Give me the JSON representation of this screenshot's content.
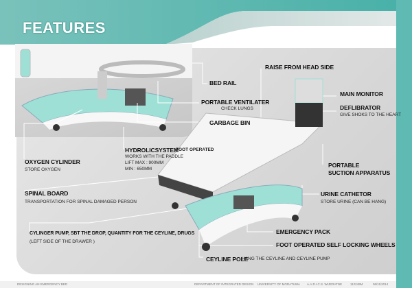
{
  "title": "FEATURES",
  "labels": {
    "bed_rail": "BED RAIL",
    "portable_ventilater": "PORTABLE VENTILATER",
    "check_lungs": "CHECK LUNGS",
    "garbage_bin": "GARBAGE BIN",
    "raise_from_head_side": "RAISE FROM HEAD SIDE",
    "main_monitor": "MAIN MONITOR",
    "deflibrator": "DEFLIBRATOR",
    "deflibrator_sub": "GIVE SHOKS TO THE HEART",
    "hydrolic": "HYDROLICSYSTEM",
    "foot_operated": "FOOT OPERATED",
    "hydrolic_sub1": "WORKS WITH THE PADDLE",
    "hydrolic_sub2": "LIFT MAX : 900MM",
    "hydrolic_sub3": "MIN : 650MM",
    "oxygen_cylinder": "OXYGEN CYLINDER",
    "store_oxygen": "STORE OXYGEN",
    "portable": "PORTABLE",
    "suction_apparatus": "SUCTION APPARATUS",
    "spinal_board": "SPINAL BOARD",
    "spinal_sub": "TRANSPORTATION FOR SPINAL DAMAGED PERSON",
    "urine_cathetor": "URINE CATHETOR",
    "urine_sub": "STORE URINE (CAN BE HANG)",
    "cylinger_pump": "CYLINGER PUMP, SBT THE DROP, QUANTITY FOR THE CEYLINE, DRUGS",
    "cylinger_sub": "(LEFT SIDE OF THE DRAWER )",
    "emergency_pack": "EMERGENCY PACK",
    "wheels": "FOOT OPERATED SELF LOCKING WHEELS",
    "ceyline_pole": "CEYLINE POLE",
    "ceyline_sub": "HANG THE CEYLINE AND CEYLINE PUMP"
  },
  "footer": {
    "project": "DESIGNING AN EMERGENCY BED",
    "department": "DEPARTMENT OF INTEGRATED DESIGN",
    "university": "UNIVERSITY OF MORATUWA",
    "author": "A.A.D.I.C.S. WIJERATNE",
    "index": "112249M",
    "date": "06/11/2014"
  },
  "colors": {
    "teal": "#5fbab3",
    "accent": "#9ee0d6"
  }
}
